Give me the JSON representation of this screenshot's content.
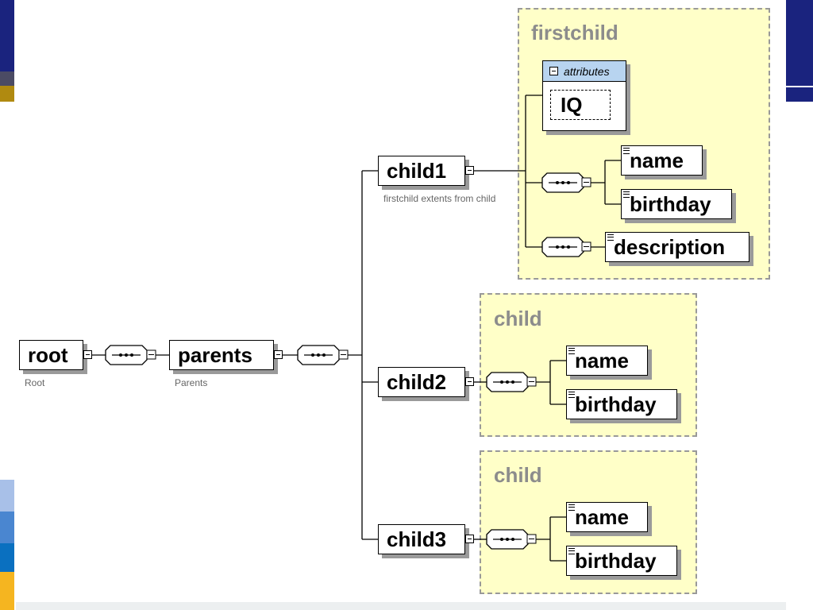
{
  "diagram": {
    "root": {
      "label": "root",
      "note": "Root"
    },
    "parents": {
      "label": "parents",
      "note": "Parents"
    },
    "child1": {
      "label": "child1",
      "note": "firstchild extents from child"
    },
    "child2": {
      "label": "child2"
    },
    "child3": {
      "label": "child3"
    },
    "group1": {
      "title": "firstchild",
      "attributes_label": "attributes",
      "attribute": "IQ",
      "elements": [
        "name",
        "birthday",
        "description"
      ]
    },
    "group2": {
      "title": "child",
      "elements": [
        "name",
        "birthday"
      ]
    },
    "group3": {
      "title": "child",
      "elements": [
        "name",
        "birthday"
      ]
    }
  },
  "colors": {
    "group_fill": "#ffffc8",
    "group_border": "#999999",
    "attr_header": "#b8d4f0",
    "shadow": "#9a9a9a"
  }
}
